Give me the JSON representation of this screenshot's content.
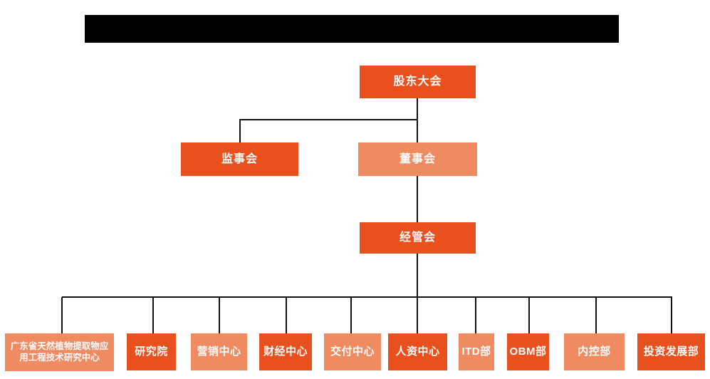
{
  "page": {
    "background": "#FFFFFF",
    "header": {
      "redacted": true,
      "note_visible_text": ""
    }
  },
  "colors": {
    "primary_box": "#E8501E",
    "secondary_box": "#F08A60",
    "connector_line": "#111111",
    "box_text": "#FFFFFF",
    "redaction_bar": "#000000"
  },
  "org_chart": {
    "type": "org-chart",
    "nodes": {
      "shareholders": {
        "label": "股东大会",
        "variant": "primary"
      },
      "supervisors": {
        "label": "监事会",
        "variant": "primary"
      },
      "directors": {
        "label": "董事会",
        "variant": "secondary"
      },
      "management": {
        "label": "经管会",
        "variant": "primary"
      },
      "departments": [
        {
          "label": "广东省天然植物提取物应用工程技术研究中心",
          "variant": "secondary"
        },
        {
          "label": "研究院",
          "variant": "primary"
        },
        {
          "label": "营销中心",
          "variant": "secondary"
        },
        {
          "label": "财经中心",
          "variant": "primary"
        },
        {
          "label": "交付中心",
          "variant": "secondary"
        },
        {
          "label": "人资中心",
          "variant": "primary"
        },
        {
          "label": "ITD部",
          "variant": "secondary"
        },
        {
          "label": "OBM部",
          "variant": "primary"
        },
        {
          "label": "内控部",
          "variant": "secondary"
        },
        {
          "label": "投资发展部",
          "variant": "primary"
        }
      ]
    },
    "hierarchy": {
      "root": "股东大会",
      "children_of_shareholders": [
        "监事会",
        "董事会"
      ],
      "children_of_directors": [
        "经管会"
      ],
      "children_of_management": [
        "广东省天然植物提取物应用工程技术研究中心",
        "研究院",
        "营销中心",
        "财经中心",
        "交付中心",
        "人资中心",
        "ITD部",
        "OBM部",
        "内控部",
        "投资发展部"
      ]
    }
  }
}
